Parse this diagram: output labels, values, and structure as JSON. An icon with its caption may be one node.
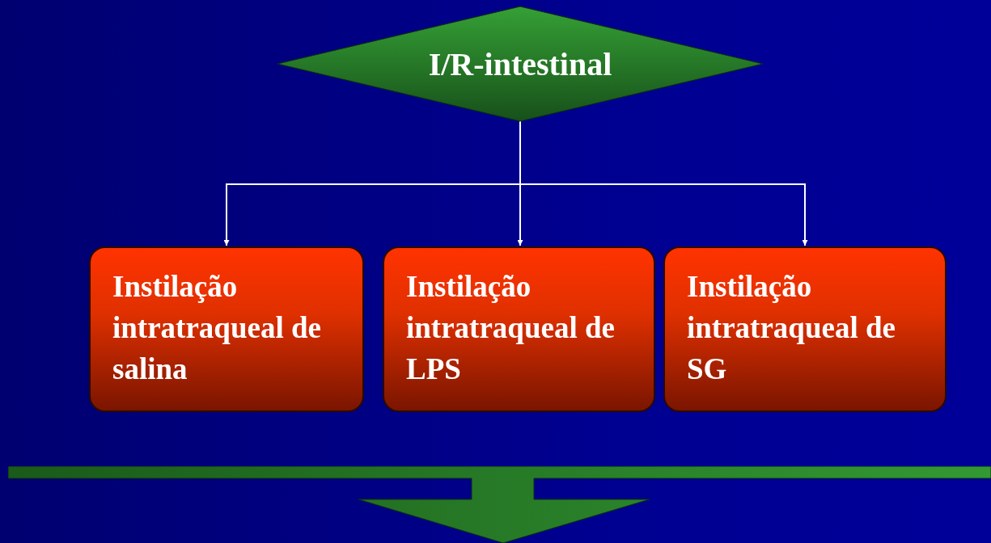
{
  "diagram": {
    "nodes": [
      {
        "text": [
          "I/R-intestinal"
        ]
      },
      {
        "text": [
          "Instilação intratraqueal de salina"
        ]
      },
      {
        "text": [
          "Instilação intratraqueal de LPS"
        ]
      },
      {
        "text": [
          "Instilação intratraqueal de SG"
        ]
      },
      {
        "text": [],
        "shape": "arrow"
      }
    ],
    "edges": [
      {
        "from": 0,
        "to": 1,
        "arrow": "to"
      },
      {
        "from": 0,
        "to": 2,
        "arrow": "to"
      },
      {
        "from": 0,
        "to": 3,
        "arrow": "to"
      }
    ]
  }
}
